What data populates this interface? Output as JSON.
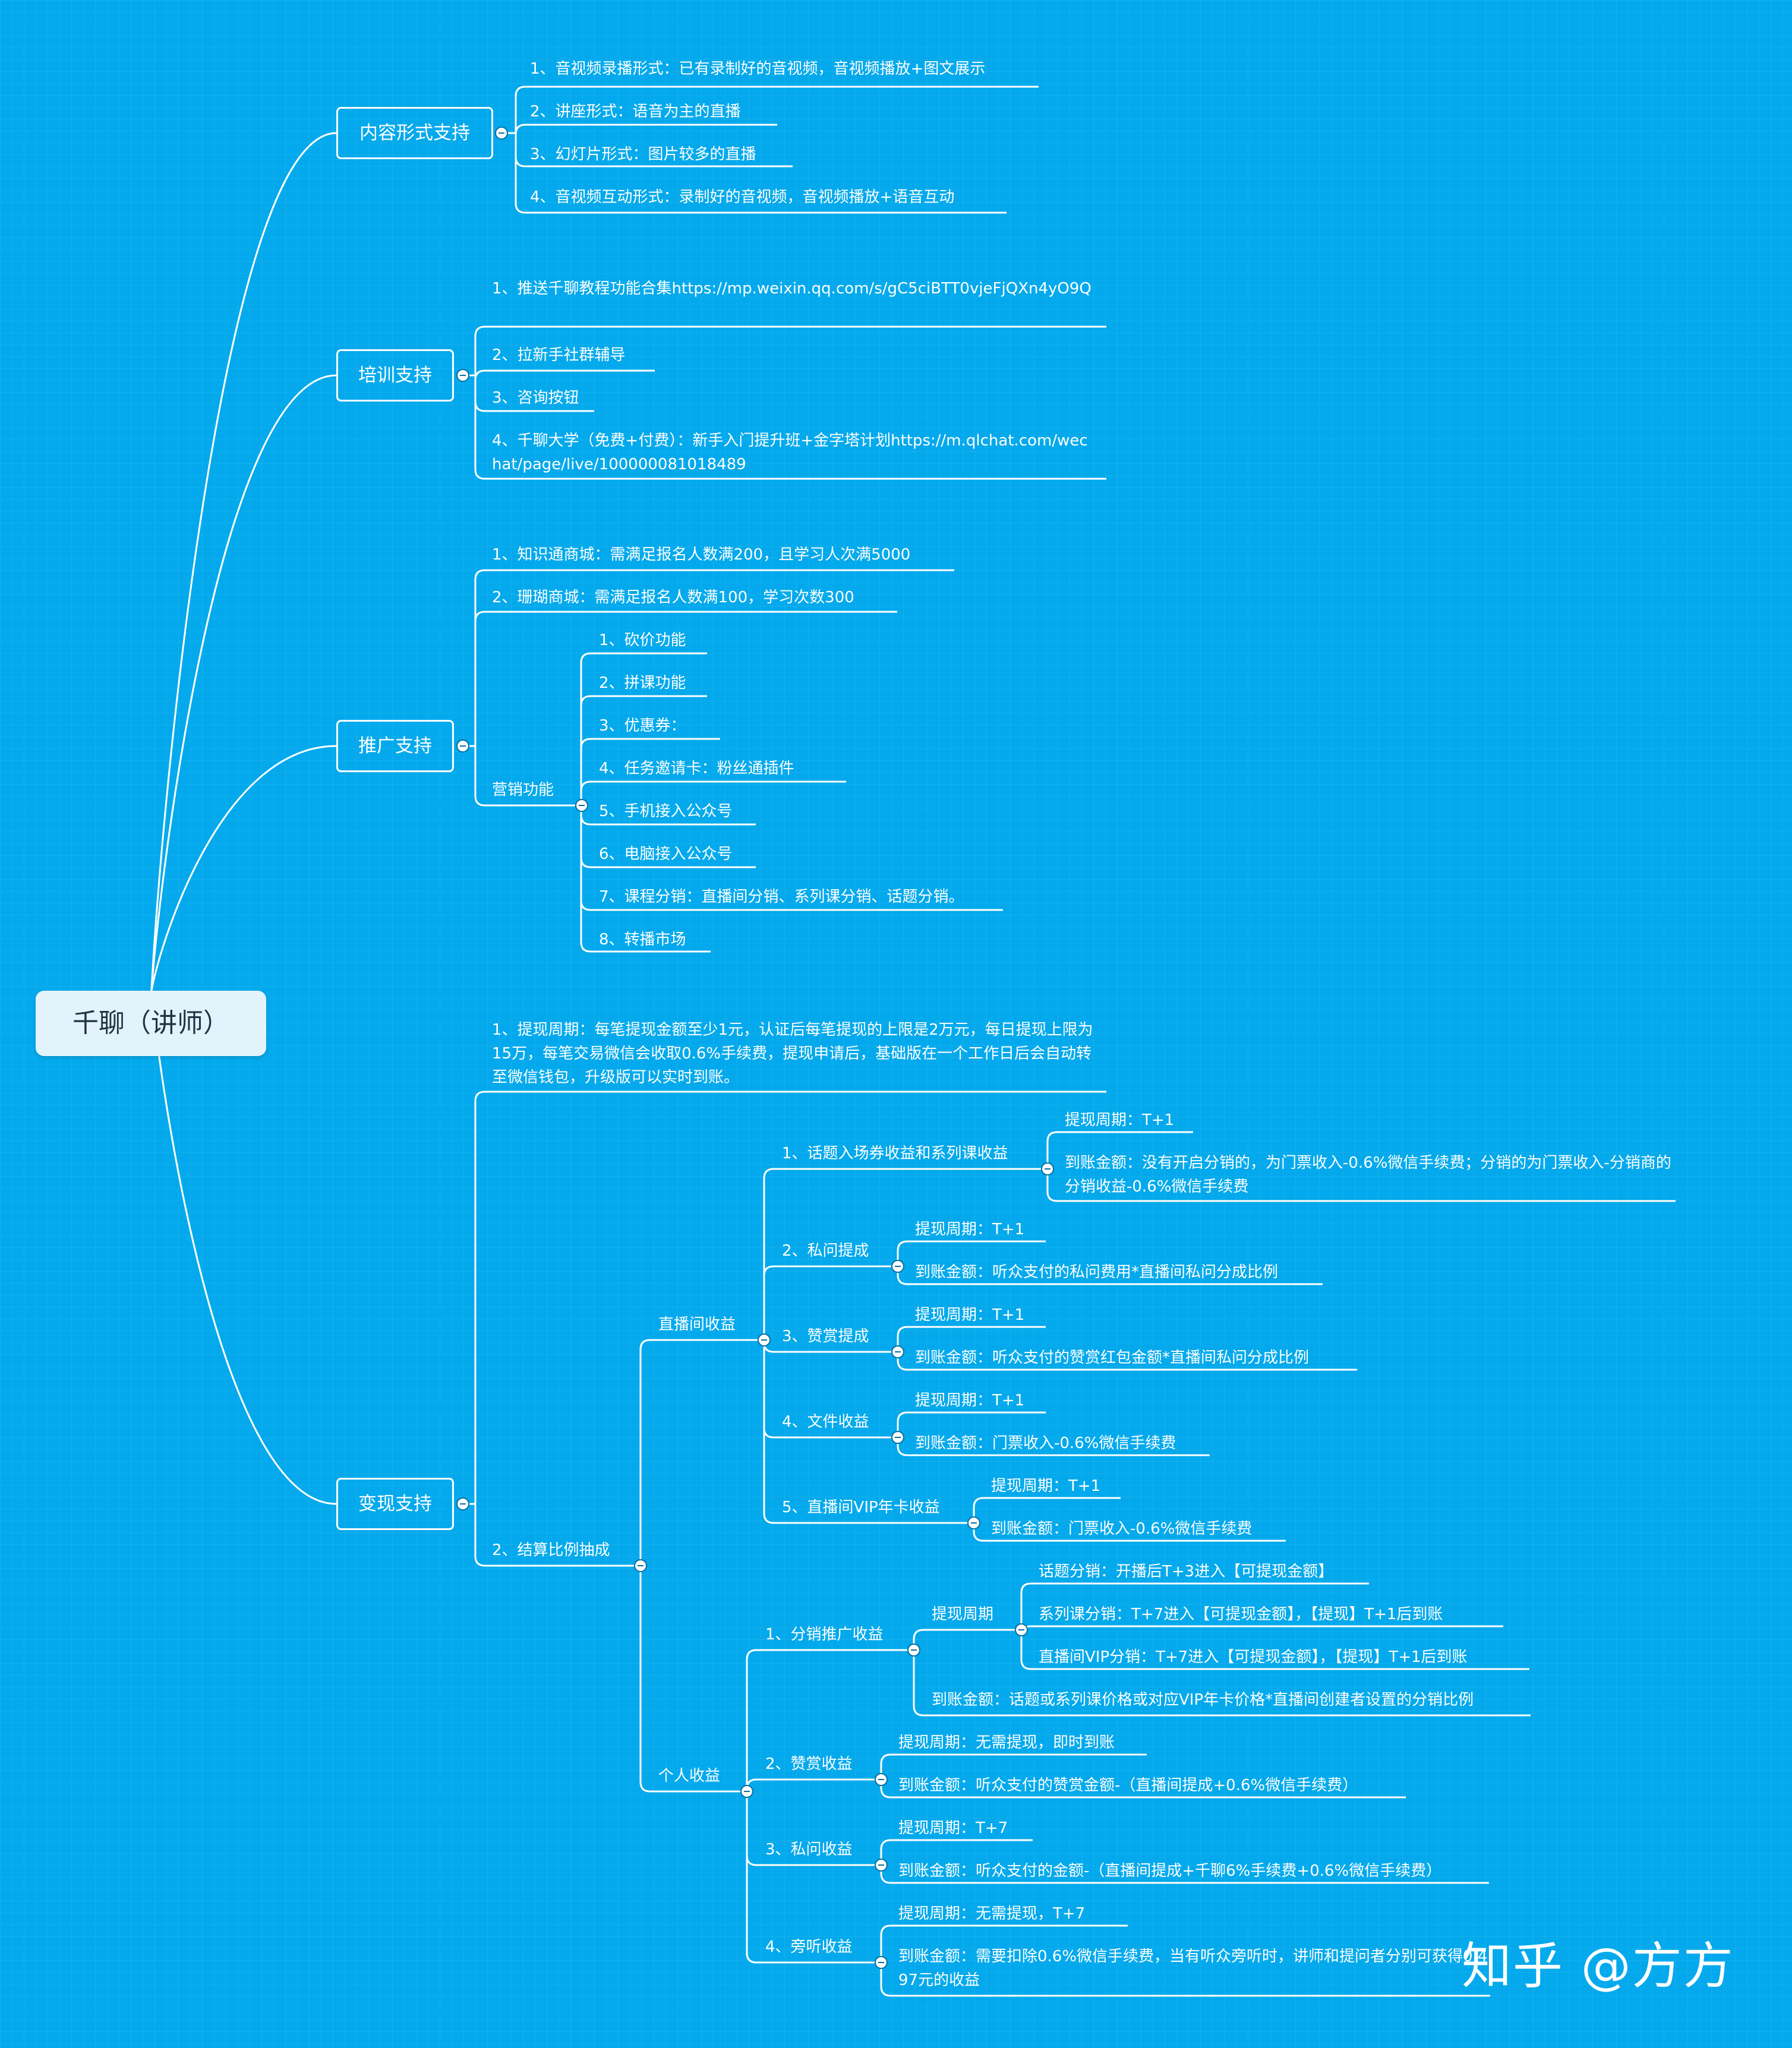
{
  "root": "千聊（讲师）",
  "branches": {
    "content": {
      "title": "内容形式支持",
      "items": [
        "1、音视频录播形式：已有录制好的音视频，音视频播放+图文展示",
        "2、讲座形式：语音为主的直播",
        "3、幻灯片形式：图片较多的直播",
        "4、音视频互动形式：录制好的音视频，音视频播放+语音互动"
      ]
    },
    "training": {
      "title": "培训支持",
      "items": [
        "1、推送千聊教程功能合集https://mp.weixin.qq.com/s/gC5ciBTT0vjeFjQXn4yO9Q",
        "2、拉新手社群辅导",
        "3、咨询按钮",
        "4、千聊大学（免费+付费）：新手入门提升班+金字塔计划https://m.qlchat.com/wechat/page/live/100000081018489"
      ]
    },
    "promotion": {
      "title": "推广支持",
      "items": [
        "1、知识通商城：需满足报名人数满200，且学习人次满5000",
        "2、珊瑚商城：需满足报名人数满100，学习次数300"
      ],
      "marketing": {
        "title": "营销功能",
        "items": [
          "1、砍价功能",
          "2、拼课功能",
          "3、优惠券：",
          "4、任务邀请卡：粉丝通插件",
          "5、手机接入公众号",
          "6、电脑接入公众号",
          "7、课程分销：直播间分销、系列课分销、话题分销。",
          "8、转播市场"
        ]
      }
    },
    "monetize": {
      "title": "变现支持",
      "withdraw": "1、提现周期：每笔提现金额至少1元，认证后每笔提现的上限是2万元，每日提现上限为15万，每笔交易微信会收取0.6%手续费，提现申请后，基础版在一个工作日后会自动转至微信钱包，升级版可以实时到账。",
      "settle": {
        "title": "2、结算比例抽成",
        "live": {
          "title": "直播间收益",
          "items": [
            {
              "title": "1、话题入场券收益和系列课收益",
              "cycle": "提现周期：T+1",
              "amount": "到账金额：没有开启分销的，为门票收入-0.6%微信手续费；分销的为门票收入-分销商的分销收益-0.6%微信手续费"
            },
            {
              "title": "2、私问提成",
              "cycle": "提现周期：T+1",
              "amount": "到账金额：听众支付的私问费用*直播间私问分成比例"
            },
            {
              "title": "3、赞赏提成",
              "cycle": "提现周期：T+1",
              "amount": "到账金额：听众支付的赞赏红包金额*直播间私问分成比例"
            },
            {
              "title": "4、文件收益",
              "cycle": "提现周期：T+1",
              "amount": "到账金额：门票收入-0.6%微信手续费"
            },
            {
              "title": "5、直播间VIP年卡收益",
              "cycle": "提现周期：T+1",
              "amount": "到账金额：门票收入-0.6%微信手续费"
            }
          ]
        },
        "personal": {
          "title": "个人收益",
          "items": [
            {
              "title": "1、分销推广收益",
              "cycle_label": "提现周期",
              "cycle_items": [
                "话题分销：开播后T+3进入【可提现金额】",
                "系列课分销：T+7进入【可提现金额】，【提现】T+1后到账",
                "直播间VIP分销：T+7进入【可提现金额】，【提现】T+1后到账"
              ],
              "amount": "到账金额：话题或系列课价格或对应VIP年卡价格*直播间创建者设置的分销比例"
            },
            {
              "title": "2、赞赏收益",
              "cycle": "提现周期：无需提现，即时到账",
              "amount": "到账金额：听众支付的赞赏金额-（直播间提成+0.6%微信手续费）"
            },
            {
              "title": "3、私问收益",
              "cycle": "提现周期：T+7",
              "amount": "到账金额：听众支付的金额-（直播间提成+千聊6%手续费+0.6%微信手续费）"
            },
            {
              "title": "4、旁听收益",
              "cycle": "提现周期：无需提现，T+7",
              "amount": "到账金额：需要扣除0.6%微信手续费，当有听众旁听时，讲师和提问者分别可获得0.497元的收益"
            }
          ]
        }
      }
    }
  },
  "watermark": "知乎 @方方"
}
